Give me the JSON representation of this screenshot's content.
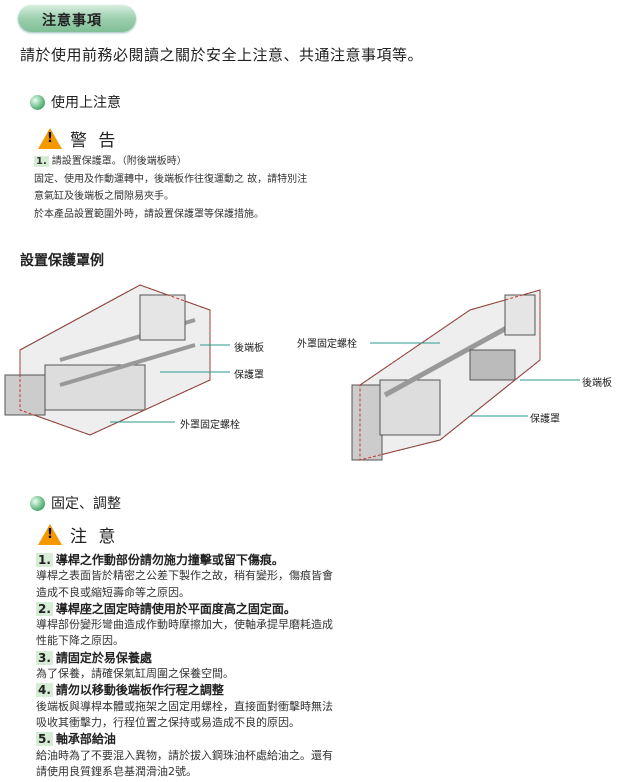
{
  "header": {
    "title": "注意事項"
  },
  "intro": "請於使用前務必閱讀之關於安全上注意、共通注意事項等。",
  "section1": {
    "title": "使用上注意",
    "warning": "警 告",
    "item": {
      "num": "1.",
      "title": "請設置保護罩。（附後端板時）",
      "lines": [
        "固定、使用及作動運轉中，後端板作往復運動之 故，請特別注",
        "意氣缸及後端板之間隙易夾手。",
        "於本產品設置範圍外時，請設置保護罩等保護措施。"
      ]
    }
  },
  "diagram": {
    "title": "設置保護罩例",
    "left": {
      "rear_plate": "後端板",
      "cover": "保護罩",
      "bolt": "外罩固定螺栓"
    },
    "right": {
      "bolt": "外罩固定螺栓",
      "rear_plate": "後端板",
      "cover": "保護罩"
    }
  },
  "section2": {
    "title": "固定、調整",
    "warning": "注 意",
    "items": [
      {
        "num": "1.",
        "title": "導桿之作動部份請勿施力撞擊或留下傷痕。",
        "lines": [
          "導桿之表面皆於精密之公差下製作之故，稍有變形，傷痕皆會",
          "造成不良或縮短壽命等之原因。"
        ]
      },
      {
        "num": "2.",
        "title": "導桿座之固定時請使用於平面度高之固定面。",
        "lines": [
          "導桿部份變形彎曲造成作動時摩擦加大，使軸承提早磨耗造成",
          "性能下降之原因。"
        ]
      },
      {
        "num": "3.",
        "title": "請固定於易保養處",
        "lines": [
          "為了保養，請確保氣缸周圍之保養空間。"
        ]
      },
      {
        "num": "4.",
        "title": "請勿以移動後端板作行程之調整",
        "lines": [
          "後端板與導桿本體或拖架之固定用螺栓，直接面對衝擊時無法",
          "吸收其衝擊力，行程位置之保持或易造成不良的原因。"
        ]
      },
      {
        "num": "5.",
        "title": "軸承部給油",
        "lines": [
          "給油時為了不要混入異物，請於拔入鋼珠油杯處給油之。還有",
          "請使用良質鋰系皂基潤滑油2號。"
        ]
      }
    ]
  }
}
